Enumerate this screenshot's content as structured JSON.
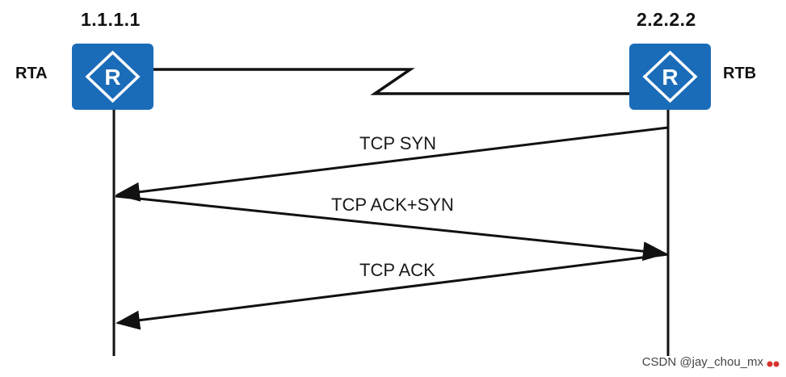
{
  "routers": [
    {
      "name": "RTA",
      "ip": "1.1.1.1",
      "icon": "router-icon",
      "icon_letter": "R",
      "color": "#1b6cb8"
    },
    {
      "name": "RTB",
      "ip": "2.2.2.2",
      "icon": "router-icon",
      "icon_letter": "R",
      "color": "#1b6cb8"
    }
  ],
  "link": {
    "type": "serial",
    "icon": "serial-zigzag"
  },
  "messages": [
    {
      "label": "TCP SYN",
      "from": "RTB",
      "to": "RTA"
    },
    {
      "label": "TCP ACK+SYN",
      "from": "RTA",
      "to": "RTB"
    },
    {
      "label": "TCP ACK",
      "from": "RTB",
      "to": "RTA"
    }
  ],
  "watermark": "CSDN @jay_chou_mx"
}
